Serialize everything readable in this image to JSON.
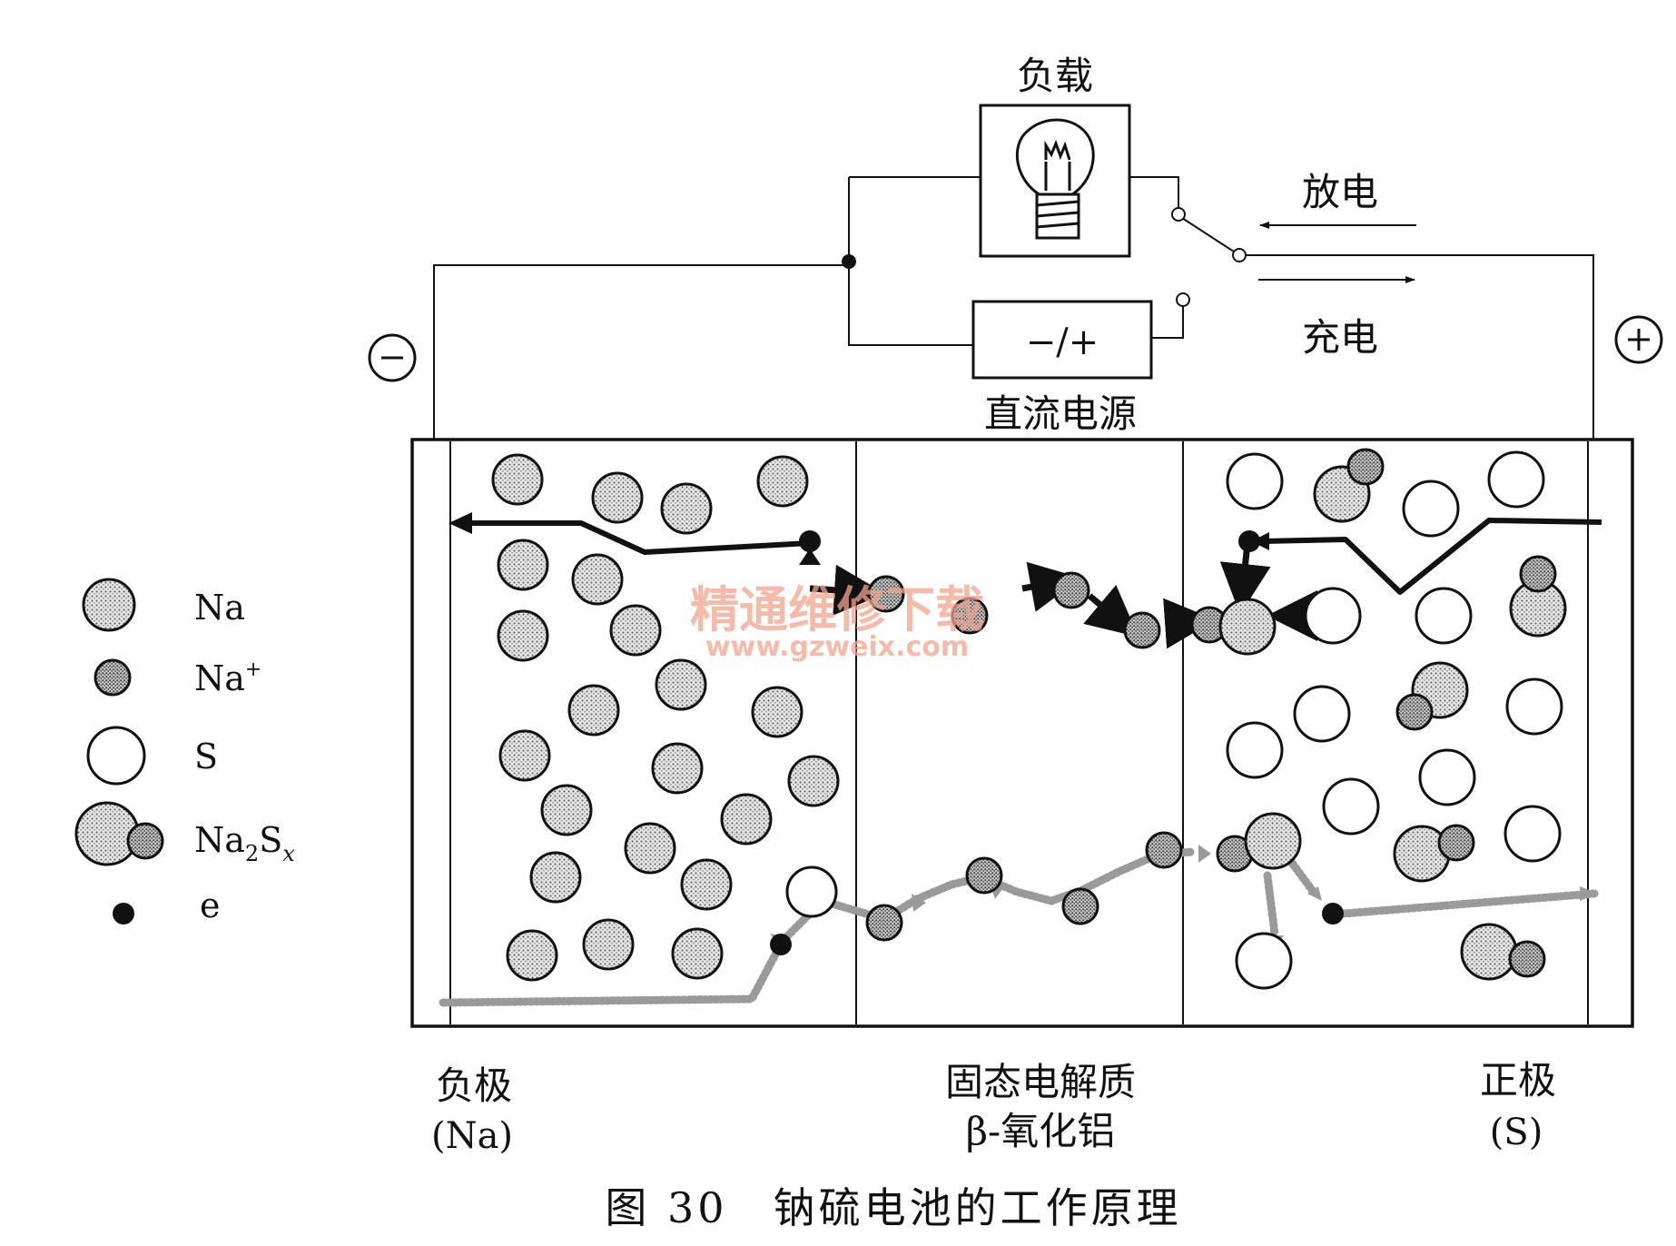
{
  "circuit": {
    "load_label": "负载",
    "dc_label": "直流电源",
    "dc_symbol": "−/+",
    "discharge_label": "放电",
    "charge_label": "充电",
    "minus_symbol": "−",
    "plus_symbol": "+"
  },
  "legend": {
    "na": "Na",
    "na_ion": "Na",
    "na_ion_sup": "+",
    "s": "S",
    "na2sx_a": "Na",
    "na2sx_sub2": "2",
    "na2sx_b": "S",
    "na2sx_subx": "x",
    "e": "e"
  },
  "regions": {
    "negative_1": "负极",
    "negative_2": "(Na)",
    "electrolyte_1": "固态电解质",
    "electrolyte_2": "β-氧化铝",
    "positive_1": "正极",
    "positive_2": "(S)"
  },
  "caption": "图 30　钠硫电池的工作原理",
  "watermark": {
    "line1": "精通维修下载",
    "line2": "www.gzweix.com"
  },
  "colors": {
    "ink": "#111111",
    "particle_fill": "#cfcfcf",
    "ion_fill": "#a9a9a9",
    "charge_path": "#9a9a9a",
    "watermark": "#f2a58e"
  }
}
